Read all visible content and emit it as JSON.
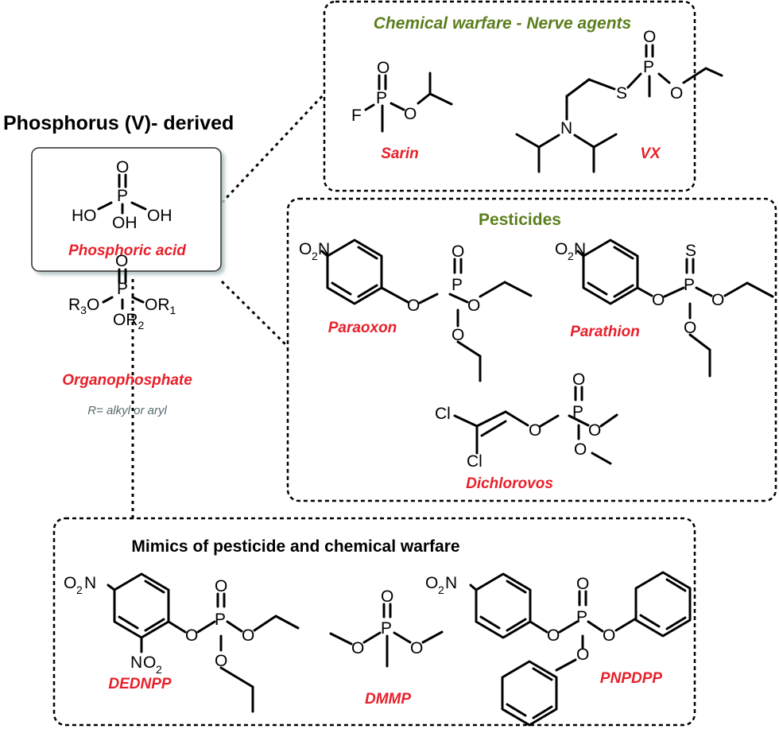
{
  "main_title": "Phosphorus (V)- derived",
  "colors": {
    "name_red": "#e8202a",
    "title_olive": "#5b7f1c",
    "note_gray": "#566a6c"
  },
  "core": {
    "phosphoric_acid": {
      "name": "Phosphoric acid",
      "O": "O",
      "P": "P",
      "OH": "OH",
      "HO": "HO"
    },
    "organophosphate": {
      "name": "Organophosphate",
      "R": "R",
      "O": "O",
      "P": "P",
      "sub1": "1",
      "sub2": "2",
      "sub3": "3"
    },
    "note": "R= alkyl or aryl"
  },
  "warfare": {
    "title": "Chemical warfare - Nerve agents",
    "sarin": {
      "name": "Sarin",
      "F": "F",
      "P": "P",
      "O": "O"
    },
    "vx": {
      "name": "VX",
      "S": "S",
      "P": "P",
      "O": "O",
      "N": "N"
    }
  },
  "pesticides": {
    "title": "Pesticides",
    "paraoxon": {
      "name": "Paraoxon",
      "O": "O",
      "P": "P",
      "N": "N",
      "sub2": "2"
    },
    "parathion": {
      "name": "Parathion",
      "O": "O",
      "P": "P",
      "S": "S",
      "N": "N",
      "sub2": "2"
    },
    "dichlorovos": {
      "name": "Dichlorovos",
      "Cl": "Cl",
      "O": "O",
      "P": "P"
    }
  },
  "mimics": {
    "title": "Mimics of pesticide and chemical warfare",
    "dednpp": {
      "name": "DEDNPP",
      "O": "O",
      "P": "P",
      "N": "N",
      "sub2": "2"
    },
    "dmmp": {
      "name": "DMMP",
      "O": "O",
      "P": "P"
    },
    "pnpdpp": {
      "name": "PNPDPP",
      "O": "O",
      "P": "P",
      "N": "N",
      "sub2": "2"
    }
  }
}
